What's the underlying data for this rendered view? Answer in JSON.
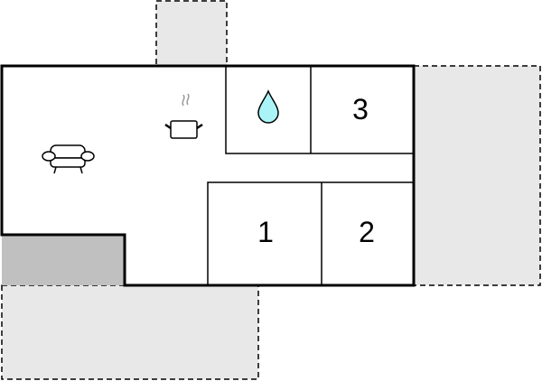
{
  "floorplan": {
    "colors": {
      "outside_area": "#e8e8e8",
      "terrace_dark": "#c0c0c0",
      "wall": "#000000",
      "water": "#aaf4f8",
      "steam": "#999999"
    },
    "outside_areas": [
      {
        "name": "top-terrace"
      },
      {
        "name": "right-terrace"
      },
      {
        "name": "bottom-terrace"
      }
    ],
    "rooms": [
      {
        "id": "bathroom",
        "label": "",
        "icon": "water-drop-icon"
      },
      {
        "id": "bedroom-3",
        "label": "3"
      },
      {
        "id": "bedroom-1",
        "label": "1"
      },
      {
        "id": "bedroom-2",
        "label": "2"
      },
      {
        "id": "living-kitchen",
        "label": "",
        "icons": [
          "armchair-icon",
          "cooking-pot-icon"
        ]
      }
    ]
  }
}
